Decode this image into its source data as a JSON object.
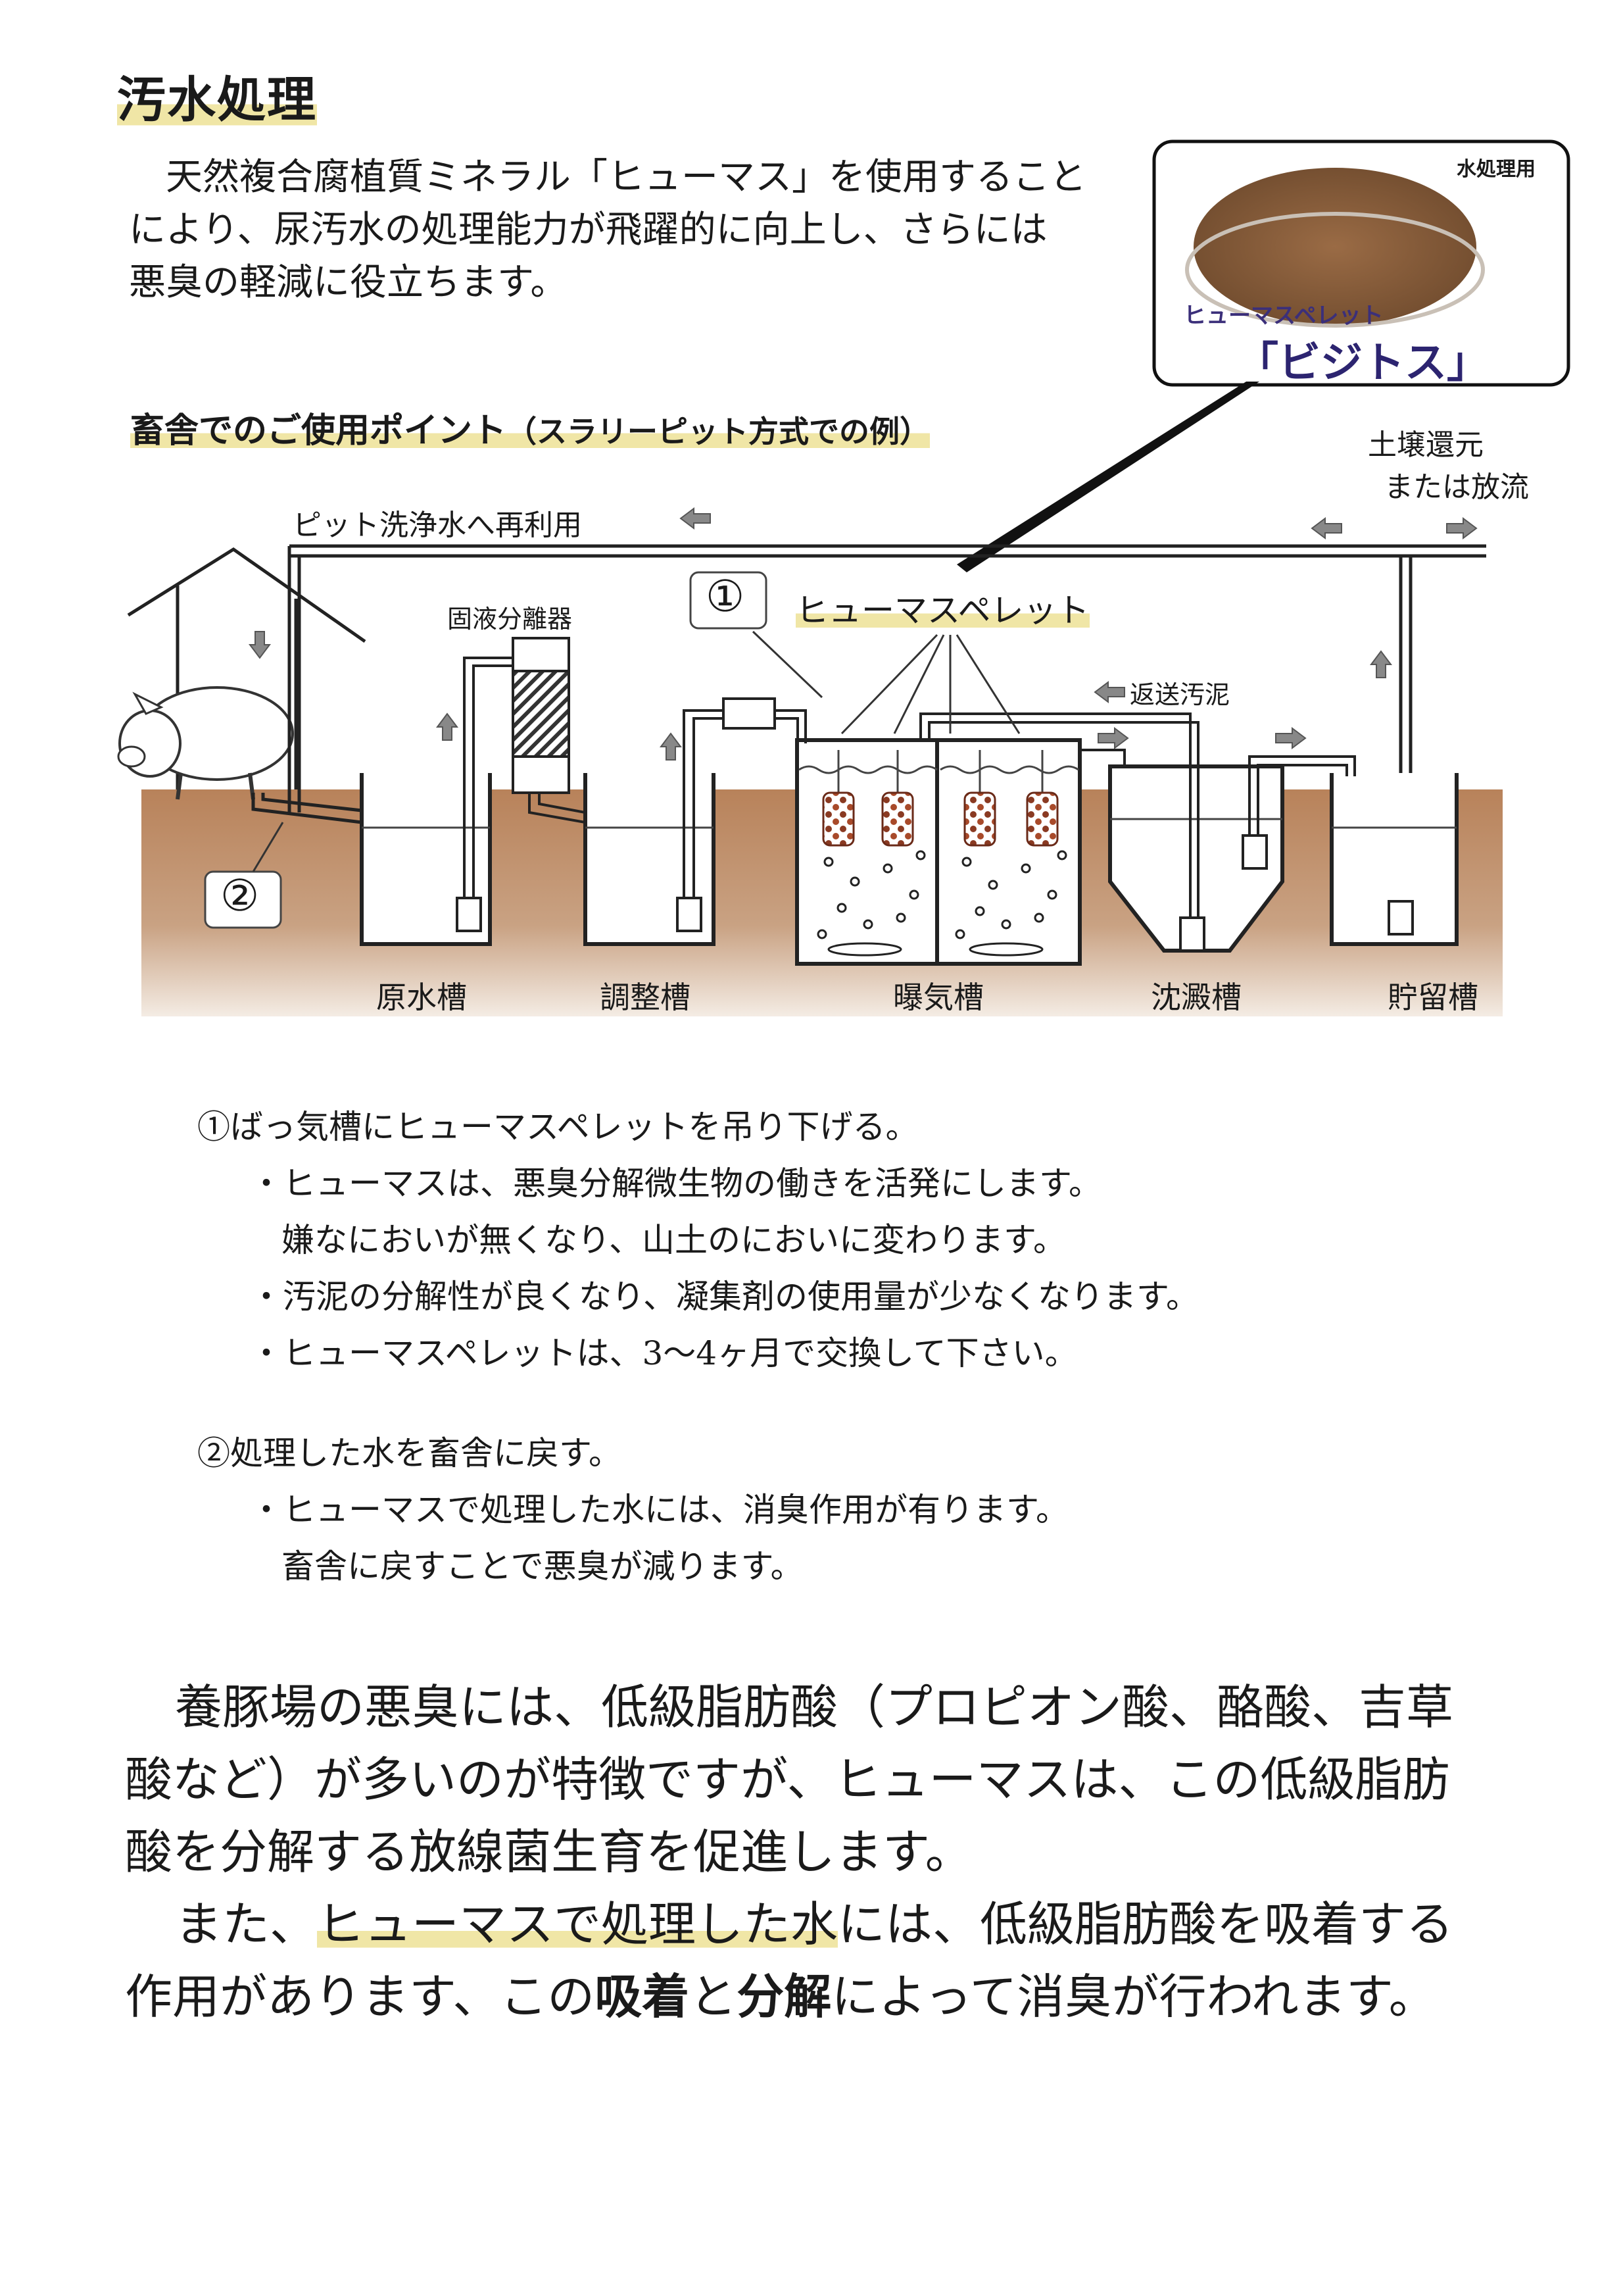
{
  "heading": "汚水処理",
  "intro": {
    "line1": "天然複合腐植質ミネラル「ヒューマス」を使用すること",
    "line2": "により、尿汚水の処理能力が飛躍的に向上し、さらには",
    "line3": "悪臭の軽減に役立ちます。"
  },
  "section": {
    "title": "畜舎でのご使用ポイント",
    "subtitle": "（スラリーピット方式での例）"
  },
  "product": {
    "tag": "水処理用",
    "name_small": "ヒューマスペレット",
    "name_large": "「ビジトス」"
  },
  "diagram": {
    "reuse_label": "ピット洗浄水へ再利用",
    "soil_label_1": "土壌還元",
    "soil_label_2": "または放流",
    "separator_label": "固液分離器",
    "pellet_label": "ヒューマスペレット",
    "return_label": "返送汚泥",
    "marker1": "①",
    "marker2": "②",
    "tanks": [
      "原水槽",
      "調整槽",
      "曝気槽",
      "沈澱槽",
      "貯留槽"
    ]
  },
  "point1": {
    "title": "①ばっ気槽にヒューマスペレットを吊り下げる。",
    "b1": "・ヒューマスは、悪臭分解微生物の働きを活発にします。",
    "b1b": "嫌なにおいが無くなり、山土のにおいに変わります。",
    "b2": "・汚泥の分解性が良くなり、凝集剤の使用量が少なくなります。",
    "b3": "・ヒューマスペレットは、3～4ヶ月で交換して下さい。"
  },
  "point2": {
    "title": "②処理した水を畜舎に戻す。",
    "b1": "・ヒューマスで処理した水には、消臭作用が有ります。",
    "b1b": "畜舎に戻すことで悪臭が減ります。"
  },
  "closing": {
    "p1_l1": "養豚場の悪臭には、低級脂肪酸（プロピオン酸、酪酸、吉草",
    "p1_l2": "酸など）が多いのが特徴ですが、ヒューマスは、この低級脂肪",
    "p1_l3": "酸を分解する放線菌生育を促進します。",
    "p2_a": "また、",
    "p2_hl": "ヒューマスで処理した水",
    "p2_b": "には、低級脂肪酸を吸着する",
    "p2_l2a": "作用があります、この",
    "p2_bold1": "吸着",
    "p2_and": "と",
    "p2_bold2": "分解",
    "p2_l2b": "によって消臭が行われます。"
  }
}
